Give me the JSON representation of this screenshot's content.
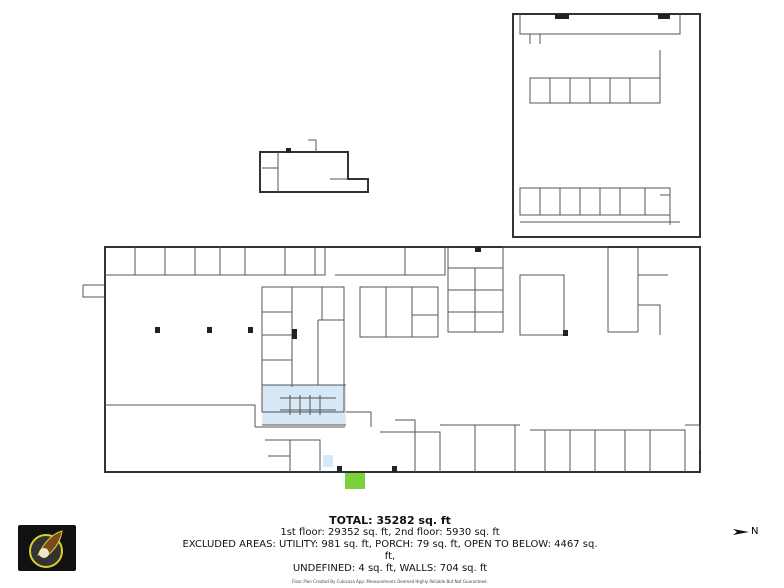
{
  "summary": {
    "total": "TOTAL: 35282 sq. ft",
    "floors": "1st floor: 29352 sq. ft, 2nd floor: 5930 sq. ft",
    "excluded_1": "EXCLUDED AREAS: UTILITY: 981 sq. ft, PORCH: 79 sq. ft, OPEN TO BELOW: 4467 sq. ft,",
    "excluded_2": "UNDEFINED: 4 sq. ft, WALLS: 704 sq. ft",
    "credit": "Floor Plan Created By Cubicasa App. Measurements Deemed Highly Reliable But Not Guaranteed."
  },
  "compass": {
    "label": "N",
    "icon": "north-arrow-icon"
  },
  "logo": {
    "icon": "eagle-logo"
  },
  "colors": {
    "utility_highlight": "#d6e8f5",
    "porch_highlight": "#7bd13a",
    "walls": "#333333"
  }
}
